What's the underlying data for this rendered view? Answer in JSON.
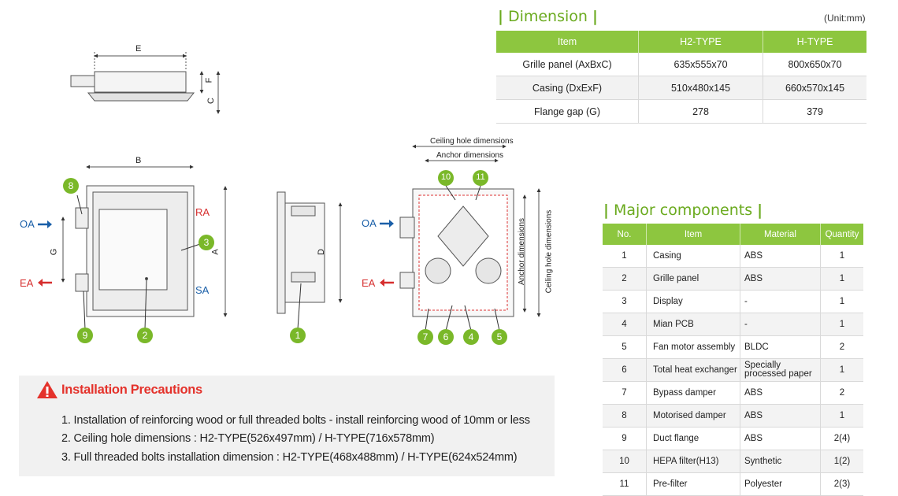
{
  "dimension": {
    "title": "Dimension",
    "unit": "(Unit:mm)",
    "headers": [
      "Item",
      "H2-TYPE",
      "H-TYPE"
    ],
    "rows": [
      [
        "Grille panel (AxBxC)",
        "635x555x70",
        "800x650x70"
      ],
      [
        "Casing (DxExF)",
        "510x480x145",
        "660x570x145"
      ],
      [
        "Flange gap (G)",
        "278",
        "379"
      ]
    ]
  },
  "components": {
    "title": "Major components",
    "headers": [
      "No.",
      "Item",
      "Material",
      "Quantity"
    ],
    "rows": [
      [
        "1",
        "Casing",
        "ABS",
        "1"
      ],
      [
        "2",
        "Grille panel",
        "ABS",
        "1"
      ],
      [
        "3",
        "Display",
        "-",
        "1"
      ],
      [
        "4",
        "Mian PCB",
        "-",
        "1"
      ],
      [
        "5",
        "Fan motor assembly",
        "BLDC",
        "2"
      ],
      [
        "6",
        "Total heat exchanger",
        "Specially processed paper",
        "1"
      ],
      [
        "7",
        "Bypass damper",
        "ABS",
        "2"
      ],
      [
        "8",
        "Motorised damper",
        "ABS",
        "1"
      ],
      [
        "9",
        "Duct flange",
        "ABS",
        "2(4)"
      ],
      [
        "10",
        "HEPA filter(H13)",
        "Synthetic",
        "1(2)"
      ],
      [
        "11",
        "Pre-filter",
        "Polyester",
        "2(3)"
      ]
    ]
  },
  "precautions": {
    "title": "Installation Precautions",
    "lines": [
      "1. Installation of reinforcing wood or full threaded bolts - install reinforcing wood of 10mm or less",
      "2. Ceiling hole dimensions : H2-TYPE(526x497mm) / H-TYPE(716x578mm)",
      "3. Full threaded bolts installation dimension : H2-TYPE(468x488mm) / H-TYPE(624x524mm)"
    ]
  },
  "drawing": {
    "dim_labels": {
      "E": "E",
      "F": "F",
      "C": "C",
      "B": "B",
      "A": "A",
      "D": "D",
      "G": "G"
    },
    "ports": {
      "oa": "OA",
      "ea": "EA",
      "ra": "RA",
      "sa": "SA"
    },
    "ceiling_hole": "Ceiling hole dimensions",
    "anchor": "Anchor dimensions",
    "callouts": [
      "8",
      "3",
      "9",
      "2",
      "1",
      "10",
      "11",
      "7",
      "6",
      "4",
      "5"
    ],
    "oa_icon": "arrow-right-icon",
    "ea_icon": "arrow-left-icon",
    "warning_icon": "warning-icon",
    "accent": "#8dc63f",
    "callout_color": "#7ab829"
  }
}
